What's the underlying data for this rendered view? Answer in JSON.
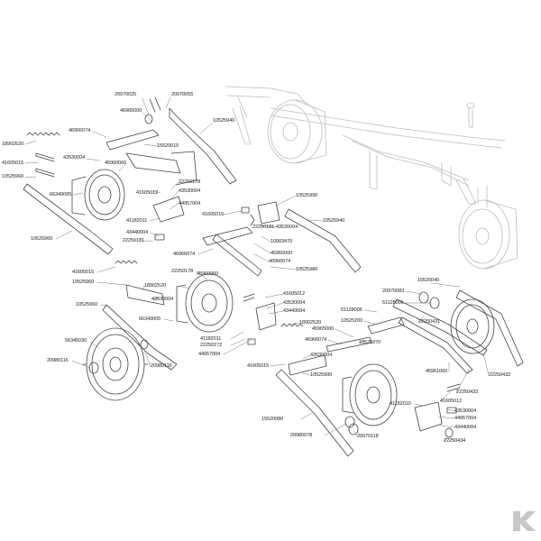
{
  "diagram": {
    "part_numbers": [
      "20970025",
      "20970055",
      "46965000",
      "10525940",
      "46966074",
      "15520010",
      "18902520",
      "43530004",
      "41605015",
      "45960060",
      "10525960",
      "22250178",
      "43530004",
      "66349005",
      "41605012",
      "44957004",
      "41182011",
      "41605015",
      "43440004",
      "22250181",
      "10525960",
      "10525990",
      "22250181",
      "45960060",
      "10525940",
      "10903470",
      "46966074",
      "43530004",
      "45965000",
      "46966074",
      "10525980",
      "41605015",
      "18902520",
      "10525960",
      "22250178",
      "43530004",
      "41605012",
      "43530004",
      "43440004",
      "10525960",
      "66349005",
      "41182011",
      "22250272",
      "44957004",
      "56345030",
      "20980116",
      "20980116",
      "15520040",
      "20970083",
      "51128006",
      "51128006",
      "10525200",
      "22250431",
      "45965000",
      "46966074",
      "18902520",
      "10525970",
      "45961060",
      "22250432",
      "41605015",
      "43530004",
      "10525900",
      "22250433",
      "41605012",
      "43530004",
      "44957004",
      "15520080",
      "41182010",
      "43440004",
      "20980078",
      "20970118",
      "22250434"
    ]
  },
  "brand": {
    "logo_color": "#c8c8c8"
  }
}
